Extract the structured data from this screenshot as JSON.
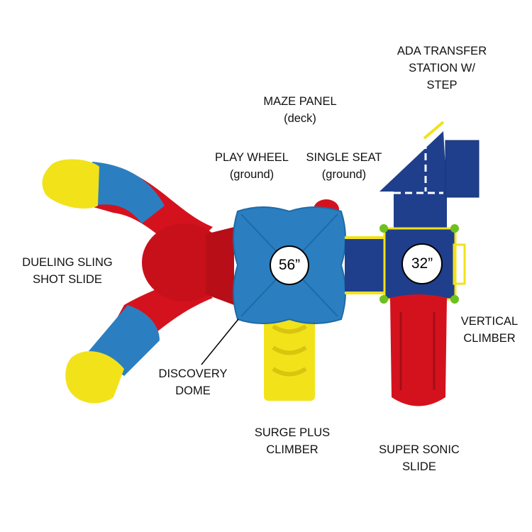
{
  "labels": {
    "ada": [
      "ADA TRANSFER",
      "STATION W/",
      "STEP"
    ],
    "maze": [
      "MAZE PANEL",
      "(deck)"
    ],
    "play_wheel": [
      "PLAY WHEEL",
      "(ground)"
    ],
    "single_seat": [
      "SINGLE SEAT",
      "(ground)"
    ],
    "dueling": [
      "DUELING SLING",
      "SHOT SLIDE"
    ],
    "vertical": [
      "VERTICAL",
      "CLIMBER"
    ],
    "discovery": [
      "DISCOVERY",
      "DOME"
    ],
    "surge": [
      "SURGE PLUS",
      "CLIMBER"
    ],
    "sonic": [
      "SUPER SONIC",
      "SLIDE"
    ]
  },
  "deck_sizes": {
    "large": "56”",
    "small": "32”"
  },
  "colors": {
    "blue": "#2b7fc0",
    "red": "#d4121e",
    "yellow": "#f2e21a",
    "navy": "#1f3f8c",
    "green": "#6cc11f"
  }
}
